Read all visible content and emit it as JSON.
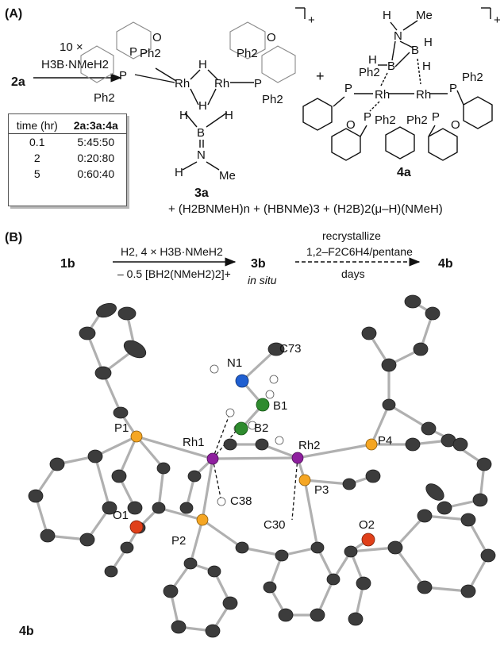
{
  "panelA": {
    "label": "(A)",
    "start": "2a",
    "reagent": "10 ×",
    "reagent2": "H3B·NMeH2",
    "charge": "+",
    "plus": "+",
    "complex3a": {
      "id": "3a",
      "rh1": "Rh",
      "rh2": "Rh",
      "h": "H",
      "b": "B",
      "n": "N",
      "me": "Me",
      "o": "O",
      "p": "P",
      "ph2": "Ph2"
    },
    "complex4a": {
      "id": "4a",
      "rh1": "Rh",
      "rh2": "Rh",
      "h": "H",
      "b": "B",
      "n": "N",
      "me": "Me",
      "o": "O",
      "p": "P",
      "ph2": "Ph2"
    },
    "table": {
      "header_time": "time (hr)",
      "header_ratio": "2a:3a:4a",
      "rows": [
        {
          "time": "0.1",
          "ratio": "5:45:50"
        },
        {
          "time": "2",
          "ratio": "0:20:80"
        },
        {
          "time": "5",
          "ratio": "0:60:40"
        }
      ]
    },
    "byproducts": "+ (H2BNMeH)n + (HBNMe)3 + (H2B)2(μ–H)(NMeH)"
  },
  "panelB": {
    "label": "(B)",
    "start": "1b",
    "step1_top": "H2, 4 × H3B·NMeH2",
    "step1_bottom": "– 0.5 [BH2(NMeH2)2]+",
    "intermediate": "3b",
    "intermediate_note": "in situ",
    "step2_top1": "recrystallize",
    "step2_top2": "1,2–F2C6H4/pentane",
    "step2_bottom": "days",
    "product": "4b",
    "structure_label": "4b",
    "atoms": {
      "N1": "N1",
      "C73": "C73",
      "B1": "B1",
      "B2": "B2",
      "P1": "P1",
      "Rh1": "Rh1",
      "Rh2": "Rh2",
      "P4": "P4",
      "P3": "P3",
      "C38": "C38",
      "O1": "O1",
      "P2": "P2",
      "C30": "C30",
      "O2": "O2"
    },
    "colors": {
      "carbon": "#3c3c3c",
      "phosphorus": "#f5a623",
      "rhodium": "#8e1f9e",
      "boron": "#2e8b2e",
      "nitrogen": "#1f5fd1",
      "oxygen": "#e0401a",
      "hydrogen": "#ffffff"
    }
  }
}
